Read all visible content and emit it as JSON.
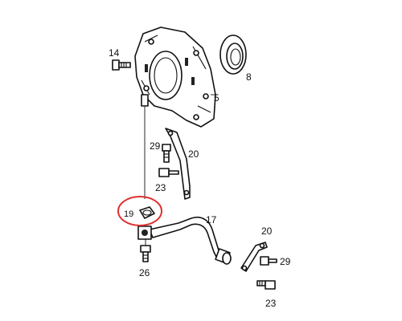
{
  "callouts": {
    "c5": "5",
    "c8": "8",
    "c14": "14",
    "c17": "17",
    "c19": "19",
    "c20a": "20",
    "c20b": "20",
    "c23a": "23",
    "c23b": "23",
    "c26": "26",
    "c29a": "29",
    "c29b": "29"
  },
  "colors": {
    "line": "#111111",
    "highlight": "#e03030"
  }
}
